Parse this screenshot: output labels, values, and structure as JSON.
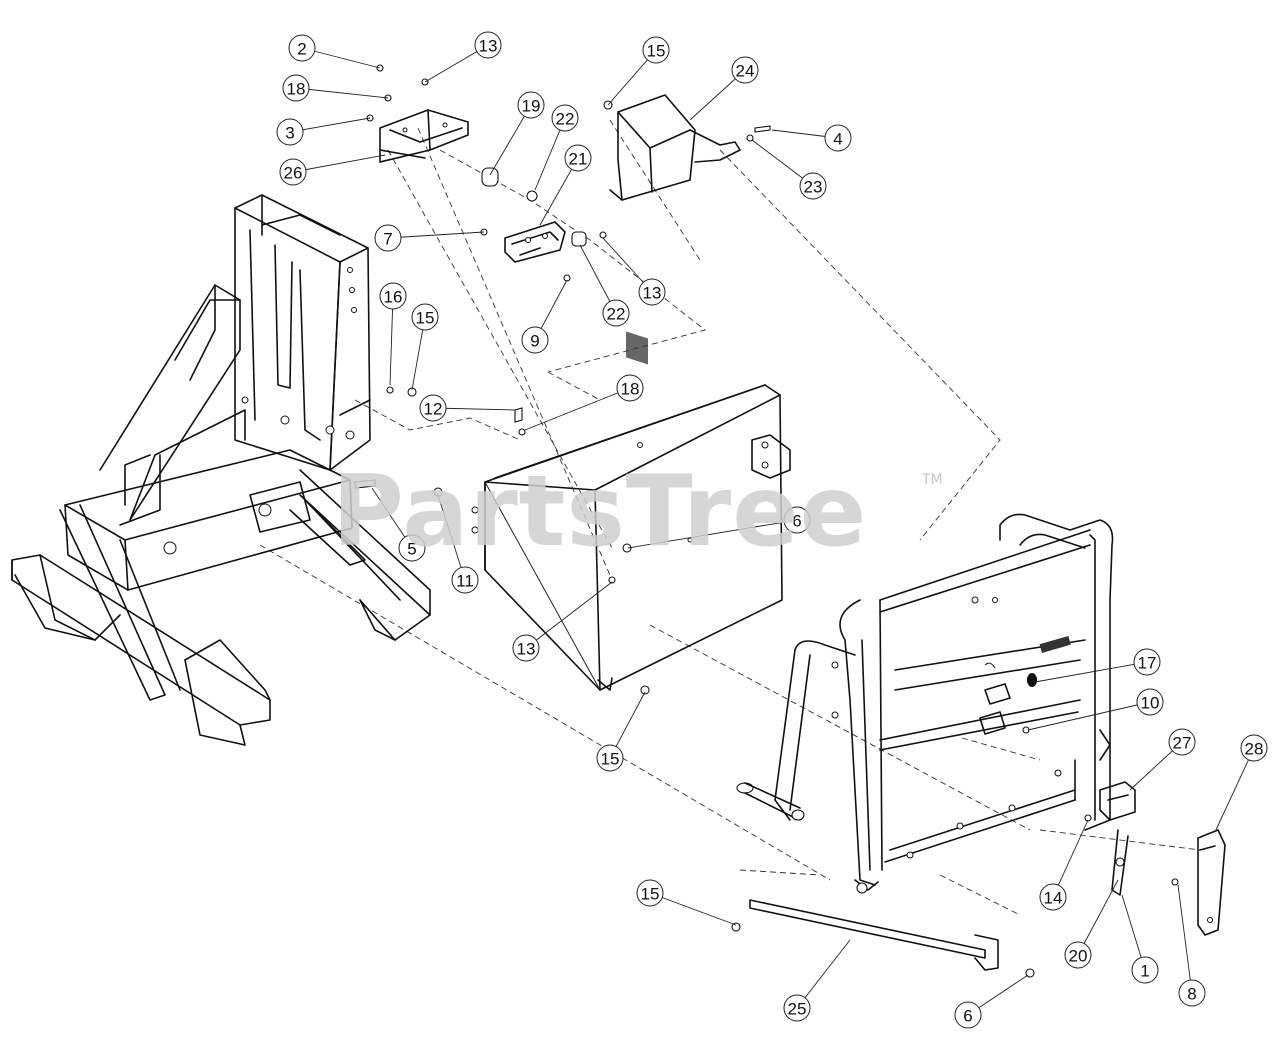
{
  "watermark": {
    "text": "PartsTree",
    "trademark": "TM"
  },
  "callouts": [
    {
      "label": "2"
    },
    {
      "label": "13"
    },
    {
      "label": "18"
    },
    {
      "label": "3"
    },
    {
      "label": "26"
    },
    {
      "label": "19"
    },
    {
      "label": "22"
    },
    {
      "label": "21"
    },
    {
      "label": "15"
    },
    {
      "label": "24"
    },
    {
      "label": "4"
    },
    {
      "label": "23"
    },
    {
      "label": "7"
    },
    {
      "label": "13"
    },
    {
      "label": "22"
    },
    {
      "label": "9"
    },
    {
      "label": "16"
    },
    {
      "label": "15"
    },
    {
      "label": "12"
    },
    {
      "label": "18"
    },
    {
      "label": "5"
    },
    {
      "label": "11"
    },
    {
      "label": "6"
    },
    {
      "label": "13"
    },
    {
      "label": "15"
    },
    {
      "label": "17"
    },
    {
      "label": "10"
    },
    {
      "label": "27"
    },
    {
      "label": "28"
    },
    {
      "label": "14"
    },
    {
      "label": "15"
    },
    {
      "label": "20"
    },
    {
      "label": "1"
    },
    {
      "label": "8"
    },
    {
      "label": "25"
    },
    {
      "label": "6"
    }
  ]
}
